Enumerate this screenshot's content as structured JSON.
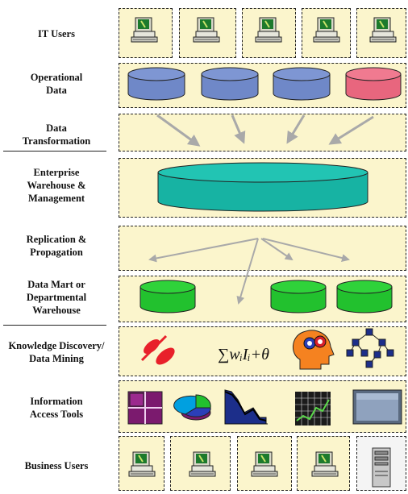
{
  "layers": [
    {
      "id": "it-users",
      "lines": [
        "IT Users"
      ]
    },
    {
      "id": "operational-data",
      "lines": [
        "Operational",
        "Data"
      ]
    },
    {
      "id": "data-transformation",
      "lines": [
        "Data",
        "Transformation"
      ]
    },
    {
      "id": "enterprise-warehouse",
      "lines": [
        "Enterprise",
        "Warehouse &",
        "Management"
      ]
    },
    {
      "id": "replication",
      "lines": [
        "Replication &",
        "Propagation"
      ]
    },
    {
      "id": "data-mart",
      "lines": [
        "Data Mart or",
        "Departmental",
        "Warehouse"
      ]
    },
    {
      "id": "knowledge-discovery",
      "lines": [
        "Knowledge Discovery/",
        "Data Mining"
      ]
    },
    {
      "id": "info-access",
      "lines": [
        "Information",
        "Access Tools"
      ]
    },
    {
      "id": "business-users",
      "lines": [
        "Business Users"
      ]
    }
  ],
  "colors": {
    "band": "#fbf5cc",
    "operational_blue": "#6f88c8",
    "operational_red": "#e8667e",
    "warehouse": "#17b3a3",
    "datamart": "#22c12e",
    "arrow": "#a9a9a9"
  },
  "icons": {
    "it_users": [
      "computer-icon",
      "computer-icon",
      "computer-icon",
      "computer-icon",
      "computer-icon"
    ],
    "operational_data": [
      "database-icon",
      "database-icon",
      "database-icon",
      "database-icon"
    ],
    "data_mart": [
      "database-icon",
      "database-icon",
      "database-icon"
    ],
    "knowledge": [
      "percent-icon",
      "formula-icon",
      "brain-head-icon",
      "tree-network-icon"
    ],
    "access_tools": [
      "cube-icon",
      "pie-chart-icon",
      "3d-chart-icon",
      "grid-chart-icon",
      "monitor-panel-icon"
    ],
    "business_users": [
      "computer-icon",
      "computer-icon",
      "computer-icon",
      "computer-icon",
      "server-tower-icon"
    ]
  },
  "formula_text": "∑wᵢIᵢ+θ"
}
